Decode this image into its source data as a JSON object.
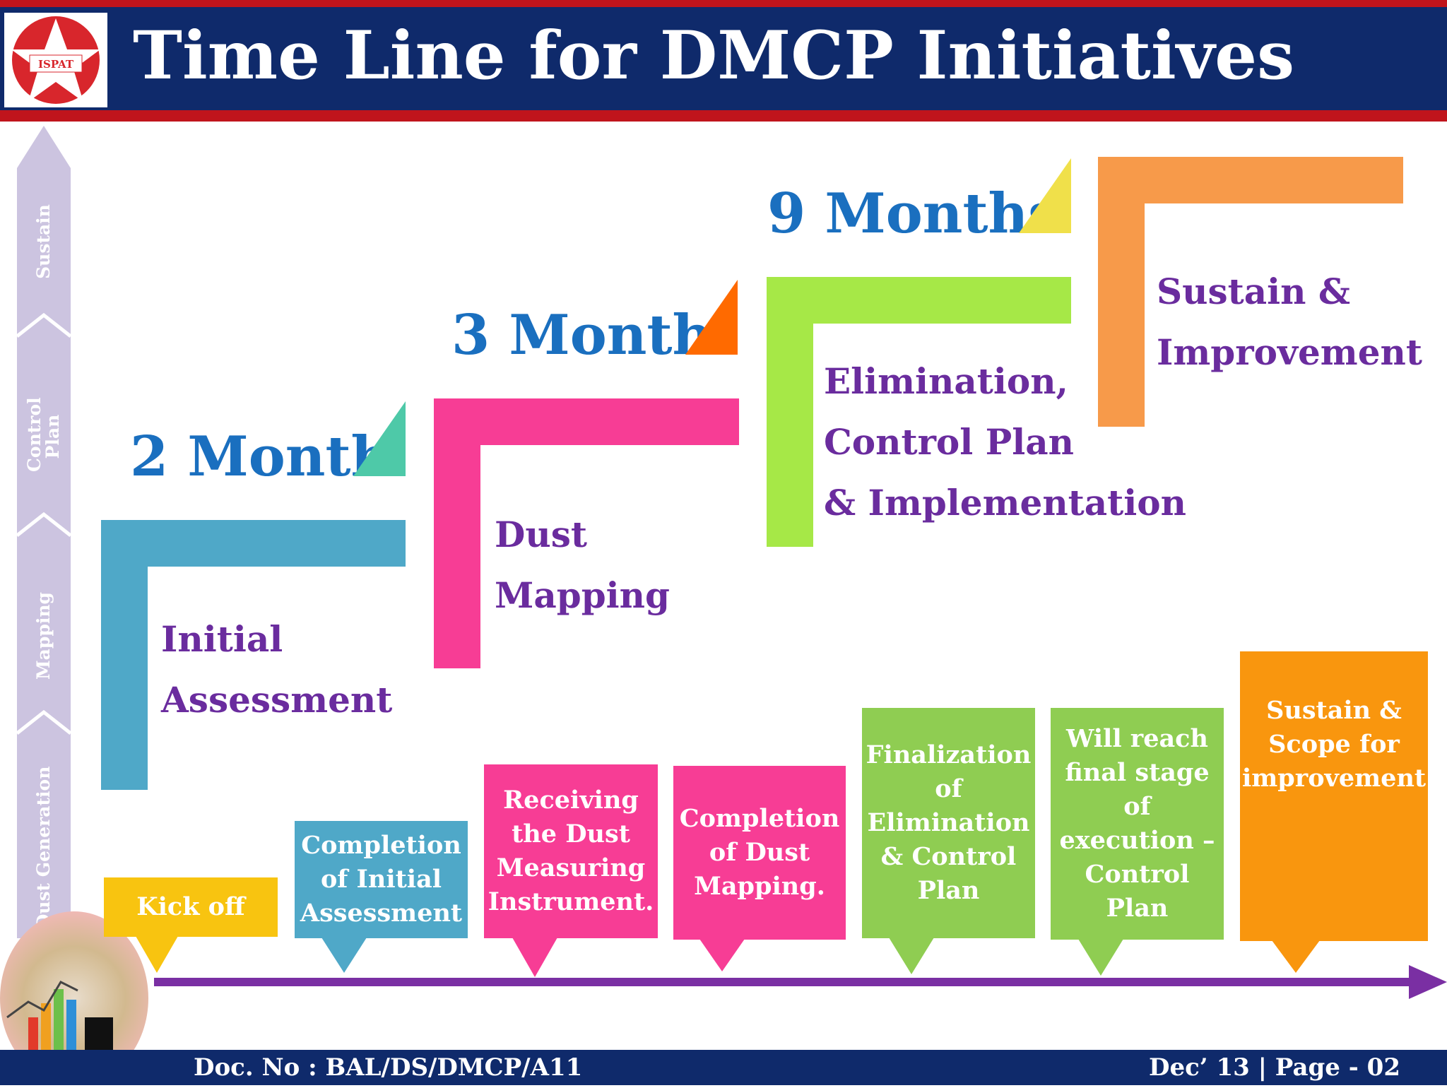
{
  "header": {
    "title": "Time Line for DMCP Initiatives",
    "logo_text": "ISPAT",
    "colors": {
      "band": "#0f2a6b",
      "stripe": "#c0141c"
    }
  },
  "side_axis": {
    "labels": [
      "Dust Generation",
      "Mapping",
      "Control Plan",
      "Sustain"
    ]
  },
  "steps": [
    {
      "period": "2 Month",
      "phase": [
        "Initial",
        "Assessment"
      ],
      "color": "#4fa8c8",
      "marker_color": "#4ec9a8"
    },
    {
      "period": "3 Month",
      "phase": [
        "Dust",
        "Mapping"
      ],
      "color": "#f73d95",
      "marker_color": "#ff6a00"
    },
    {
      "period": "9 Months",
      "phase": [
        "Elimination,",
        "Control Plan",
        "& Implementation"
      ],
      "color": "#a6e847",
      "marker_color": "#f0e04a"
    },
    {
      "period": "",
      "phase": [
        "Sustain &",
        "Improvement"
      ],
      "color": "#f79a4a",
      "marker_color": ""
    }
  ],
  "milestones": [
    {
      "lines": [
        "Kick off"
      ],
      "color": "#f8c410"
    },
    {
      "lines": [
        "Completion",
        "of Initial",
        "Assessment"
      ],
      "color": "#4fa8c8"
    },
    {
      "lines": [
        "Receiving",
        "the Dust",
        "Measuring",
        "Instrument."
      ],
      "color": "#f73d95"
    },
    {
      "lines": [
        "Completion",
        "of Dust",
        "Mapping."
      ],
      "color": "#f73d95"
    },
    {
      "lines": [
        "Finalization",
        "of",
        "Elimination",
        "& Control",
        "Plan"
      ],
      "color": "#8fcd52"
    },
    {
      "lines": [
        "Will reach",
        "final stage",
        "of",
        "execution –",
        "Control",
        "Plan"
      ],
      "color": "#8fcd52"
    },
    {
      "lines": [
        "Sustain &",
        "Scope for",
        "improvement"
      ],
      "color": "#f9960e"
    }
  ],
  "timeline_color": "#7a2fa3",
  "footer": {
    "doc_no": "Doc. No : BAL/DS/DMCP/A11",
    "page_info": "Dec’ 13 | Page - 02"
  }
}
